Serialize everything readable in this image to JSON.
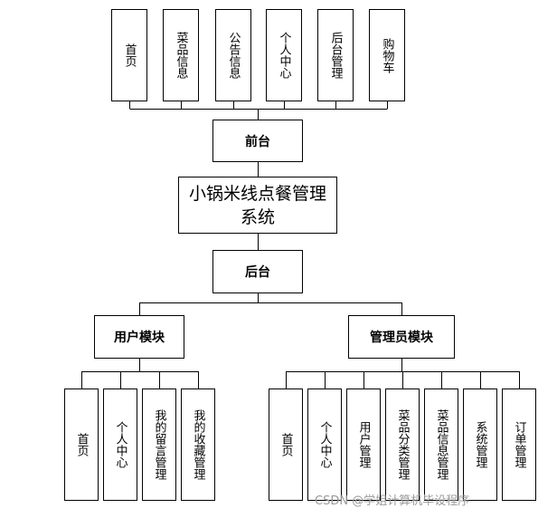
{
  "top_modules": [
    "首页",
    "菜品信息",
    "公告信息",
    "个人中心",
    "后台管理",
    "购物车"
  ],
  "front": "前台",
  "system": "小锅米线点餐管理系统",
  "back": "后台",
  "user_module": "用户模块",
  "admin_module": "管理员模块",
  "user_children": [
    "首页",
    "个人中心",
    "我的留言管理",
    "我的收藏管理"
  ],
  "admin_children": [
    "首页",
    "个人中心",
    "用户管理",
    "菜品分类管理",
    "菜品信息管理",
    "系统管理",
    "订单管理"
  ],
  "watermark": "CSDN @学姐计算机毕设程序"
}
